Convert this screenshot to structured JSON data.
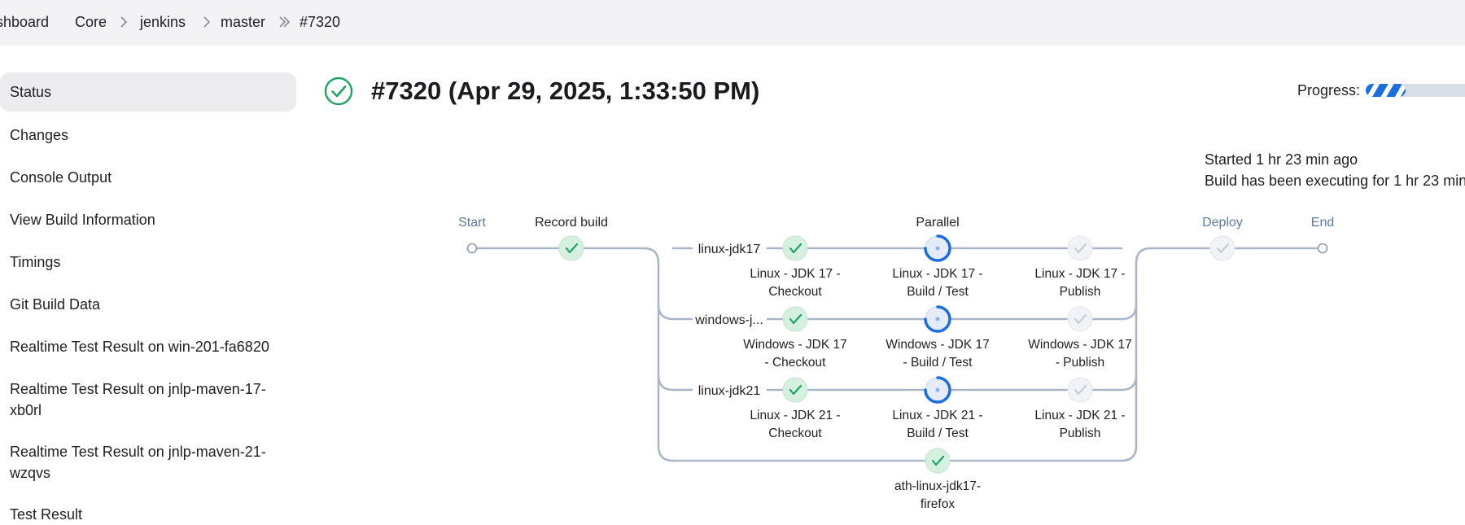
{
  "breadcrumb": {
    "items": [
      "Dashboard",
      "Core",
      "jenkins",
      "master",
      "#7320"
    ]
  },
  "sidebar": {
    "items": [
      {
        "label": "Status",
        "active": true
      },
      {
        "label": "Changes"
      },
      {
        "label": "Console Output"
      },
      {
        "label": "View Build Information"
      },
      {
        "label": "Timings"
      },
      {
        "label": "Git Build Data"
      },
      {
        "label": "Realtime Test Result on win-201-fa6820"
      },
      {
        "label": "Realtime Test Result on jnlp-maven-17-xb0rl"
      },
      {
        "label": "Realtime Test Result on jnlp-maven-21-wzqvs"
      },
      {
        "label": "Test Result"
      }
    ]
  },
  "build": {
    "title": "#7320 (Apr 29, 2025, 1:33:50 PM)",
    "status_icon": "check-circle-icon",
    "status_color": "#1ea362",
    "progress_label": "Progress:",
    "progress_fraction": 0.35,
    "started": "Started 1 hr 23 min ago",
    "executing": "Build has been executing for 1 hr 23 min"
  },
  "pipeline": {
    "stages": {
      "start": "Start",
      "record_build": "Record build",
      "parallel": "Parallel",
      "deploy": "Deploy",
      "end": "End"
    },
    "branches": [
      {
        "name": "linux-jdk17",
        "steps": [
          {
            "label": [
              "Linux - JDK 17 -",
              "Checkout"
            ],
            "status": "success"
          },
          {
            "label": [
              "Linux - JDK 17 -",
              "Build / Test"
            ],
            "status": "running"
          },
          {
            "label": [
              "Linux - JDK 17 -",
              "Publish"
            ],
            "status": "pending"
          }
        ]
      },
      {
        "name": "windows-j...",
        "steps": [
          {
            "label": [
              "Windows - JDK 17",
              "- Checkout"
            ],
            "status": "success"
          },
          {
            "label": [
              "Windows - JDK 17",
              "- Build / Test"
            ],
            "status": "running"
          },
          {
            "label": [
              "Windows - JDK 17",
              "- Publish"
            ],
            "status": "pending"
          }
        ]
      },
      {
        "name": "linux-jdk21",
        "steps": [
          {
            "label": [
              "Linux - JDK 21 -",
              "Checkout"
            ],
            "status": "success"
          },
          {
            "label": [
              "Linux - JDK 21 -",
              "Build / Test"
            ],
            "status": "running"
          },
          {
            "label": [
              "Linux - JDK 21 -",
              "Publish"
            ],
            "status": "pending"
          }
        ]
      },
      {
        "name": "",
        "steps": [
          {
            "label": [
              "ath-linux-jdk17-",
              "firefox"
            ],
            "status": "success"
          }
        ]
      }
    ]
  },
  "colors": {
    "success": "#1ea362",
    "success_bg": "#d6f0e0",
    "running": "#1a6ee0",
    "pending": "#c5ccd8",
    "connector": "#a9b6c7",
    "stage_link": "#5a7ba0"
  }
}
